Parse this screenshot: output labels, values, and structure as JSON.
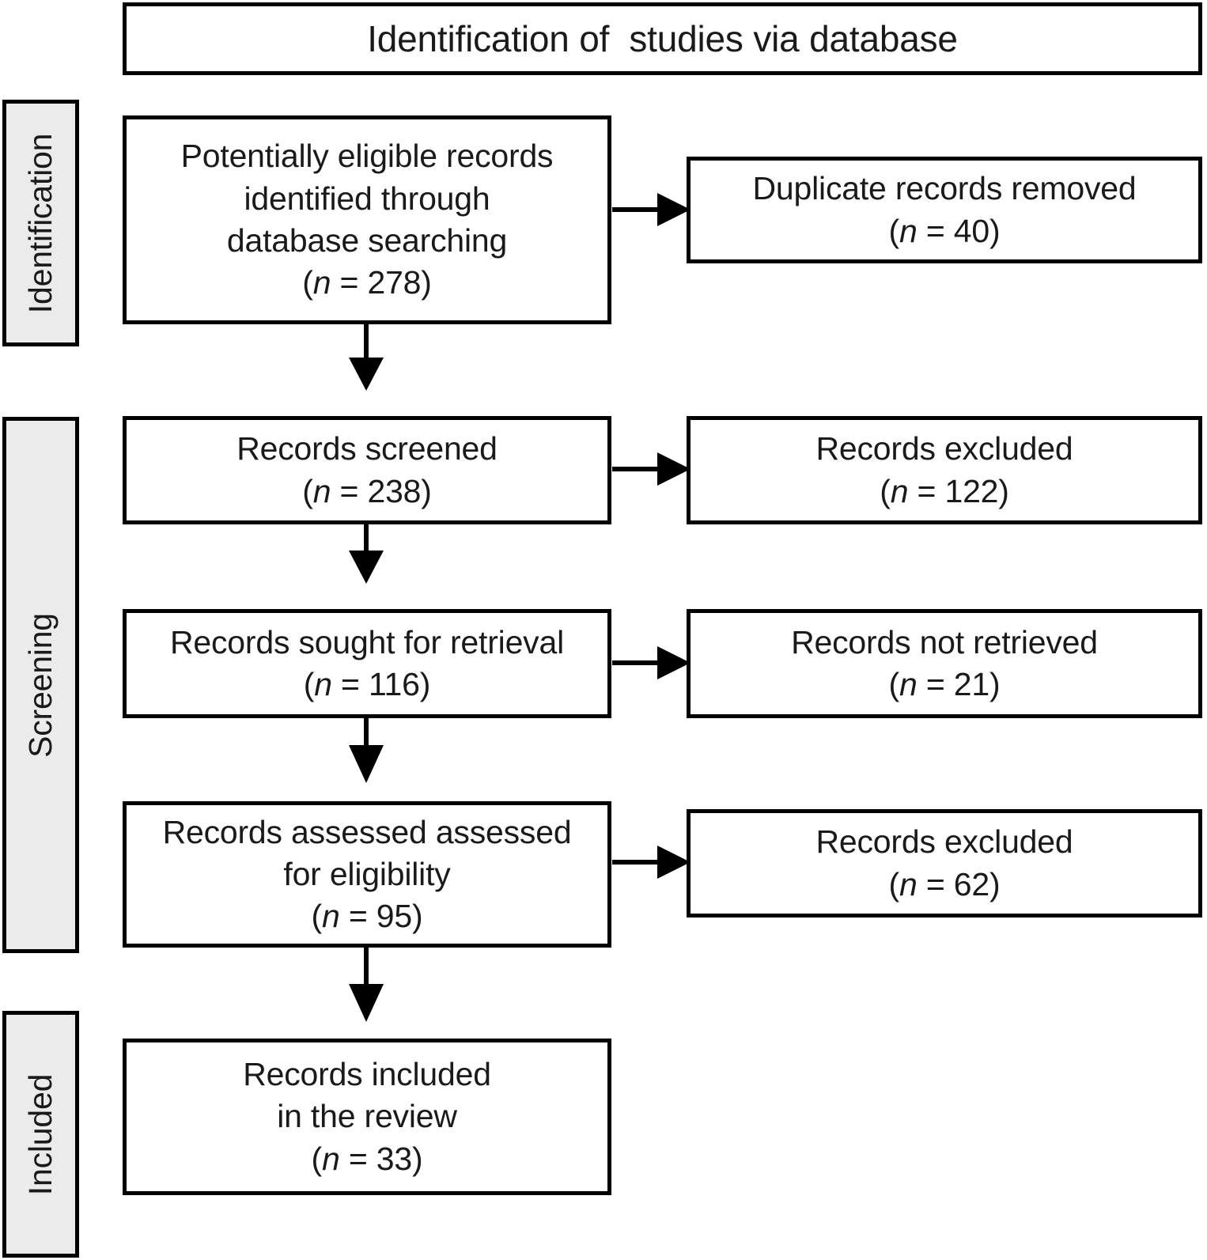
{
  "diagram": {
    "title": "Identification of  studies via database",
    "type": "prisma-flow-diagram",
    "colors": {
      "stage_background": "#ebebeb",
      "box_border": "#000000",
      "box_background": "#ffffff",
      "text": "#1a1a1a",
      "connector": "#000000"
    },
    "stages": [
      {
        "id": "identification",
        "label": "Identification"
      },
      {
        "id": "screening",
        "label": "Screening"
      },
      {
        "id": "included",
        "label": "Included"
      }
    ],
    "nodes": [
      {
        "id": "records-identified",
        "stage": "identification",
        "column": "main",
        "line1": "Potentially eligible records",
        "line2": "identified through",
        "line3": "database searching",
        "n_label": "n",
        "n_value": "= 278",
        "count": 278
      },
      {
        "id": "duplicates-removed",
        "stage": "identification",
        "column": "side",
        "line1": "Duplicate records removed",
        "n_label": "n",
        "n_value": "= 40",
        "count": 40
      },
      {
        "id": "records-screened",
        "stage": "screening",
        "column": "main",
        "line1": "Records screened",
        "n_label": "n",
        "n_value": "= 238",
        "count": 238
      },
      {
        "id": "records-excluded-screening",
        "stage": "screening",
        "column": "side",
        "line1": "Records excluded",
        "n_label": "n",
        "n_value": "= 122",
        "count": 122
      },
      {
        "id": "records-sought",
        "stage": "screening",
        "column": "main",
        "line1": "Records sought for retrieval",
        "n_label": "n",
        "n_value": "= 116",
        "count": 116
      },
      {
        "id": "records-not-retrieved",
        "stage": "screening",
        "column": "side",
        "line1": "Records not retrieved",
        "n_label": "n",
        "n_value": "= 21",
        "count": 21
      },
      {
        "id": "records-assessed",
        "stage": "screening",
        "column": "main",
        "line1": "Records assessed assessed",
        "line2": "for eligibility",
        "n_label": "n",
        "n_value": "= 95",
        "count": 95
      },
      {
        "id": "records-excluded-eligibility",
        "stage": "screening",
        "column": "side",
        "line1": "Records excluded",
        "n_label": "n",
        "n_value": "= 62",
        "count": 62
      },
      {
        "id": "records-included",
        "stage": "included",
        "column": "main",
        "line1": "Records included",
        "line2": "in the review",
        "n_label": "n",
        "n_value": "= 33",
        "count": 33
      }
    ],
    "connectors": [
      {
        "id": "identified-to-duplicates",
        "from": "records-identified",
        "to": "duplicates-removed",
        "direction": "right"
      },
      {
        "id": "identified-to-screened",
        "from": "records-identified",
        "to": "records-screened",
        "direction": "down"
      },
      {
        "id": "screened-to-excluded",
        "from": "records-screened",
        "to": "records-excluded-screening",
        "direction": "right"
      },
      {
        "id": "screened-to-sought",
        "from": "records-screened",
        "to": "records-sought",
        "direction": "down"
      },
      {
        "id": "sought-to-notretrieved",
        "from": "records-sought",
        "to": "records-not-retrieved",
        "direction": "right"
      },
      {
        "id": "sought-to-assessed",
        "from": "records-sought",
        "to": "records-assessed",
        "direction": "down"
      },
      {
        "id": "assessed-to-excluded",
        "from": "records-assessed",
        "to": "records-excluded-eligibility",
        "direction": "right"
      },
      {
        "id": "assessed-to-included",
        "from": "records-assessed",
        "to": "records-included",
        "direction": "down"
      }
    ]
  }
}
